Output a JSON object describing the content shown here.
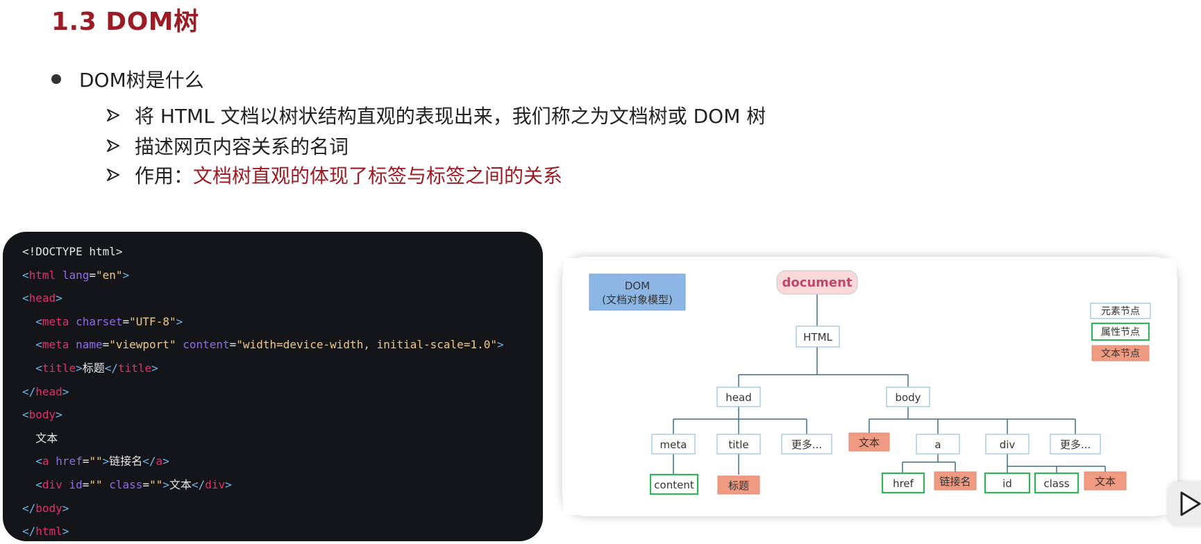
{
  "slide": {
    "title": "1.3 DOM树"
  },
  "bullet": {
    "text": "DOM树是什么",
    "items": [
      "将 HTML 文档以树状结构直观的表现出来，我们称之为文档树或 DOM 树",
      "描述网页内容关系的名词"
    ],
    "usage_prefix": "作用：",
    "usage_text": "文档树直观的体现了标签与标签之间的关系"
  },
  "code": {
    "doctype": "<!DOCTYPE html>",
    "html_tag": "html",
    "lang_attr": "lang",
    "lang_val": "\"en\"",
    "head_tag": "head",
    "meta_tag": "meta",
    "charset_attr": "charset",
    "charset_val": "\"UTF-8\"",
    "name_attr": "name",
    "name_val": "\"viewport\"",
    "content_attr": "content",
    "content_val": "\"width=device-width, initial-scale=1.0\"",
    "title_tag": "title",
    "title_text": "标题",
    "body_tag": "body",
    "body_text": "文本",
    "a_tag": "a",
    "href_attr": "href",
    "empty_val": "\"\"",
    "link_text": "链接名",
    "div_tag": "div",
    "id_attr": "id",
    "class_attr": "class",
    "div_text": "文本"
  },
  "diagram": {
    "dom_label_1": "DOM",
    "dom_label_2": "(文档对象模型)",
    "document": "document",
    "html": "HTML",
    "head": "head",
    "body": "body",
    "meta": "meta",
    "title": "title",
    "more1": "更多...",
    "text1": "文本",
    "a": "a",
    "div": "div",
    "more2": "更多...",
    "content": "content",
    "title_text": "标题",
    "href": "href",
    "link_name": "链接名",
    "id": "id",
    "class": "class",
    "text2": "文本",
    "legend_element": "元素节点",
    "legend_attribute": "属性节点",
    "legend_text": "文本节点"
  },
  "colors": {
    "accent_red": "#9b1c24",
    "code_bg": "#141518",
    "tag": "#e2306b",
    "attr": "#8f6be8",
    "string": "#f0c987",
    "attr_node": "#2fb45a",
    "text_node": "#ee9b82",
    "dom_box": "#8cb6e4",
    "document_fill": "#f9d9d9"
  }
}
